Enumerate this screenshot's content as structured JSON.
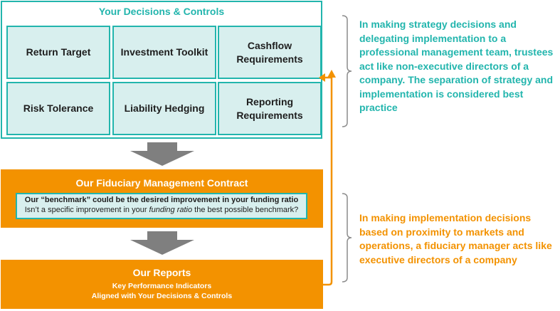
{
  "decisions": {
    "title": "Your Decisions & Controls",
    "tiles": [
      {
        "label": "Return Target"
      },
      {
        "label": "Investment Toolkit"
      },
      {
        "label": "Cashflow\nRequirements"
      },
      {
        "label": "Risk Tolerance"
      },
      {
        "label": "Liability Hedging"
      },
      {
        "label": "Reporting\nRequirements"
      }
    ]
  },
  "contract": {
    "title": "Our Fiduciary Management Contract",
    "line1": "Our “benchmark” could be the desired improvement in your funding ratio",
    "line2_before": "Isn’t a specific improvement in your ",
    "line2_emph": "funding ratio",
    "line2_after": " the best possible benchmark?"
  },
  "reports": {
    "title": "Our Reports",
    "subtitle1": "Key Performance Indicators",
    "subtitle2": "Aligned with Your Decisions & Controls"
  },
  "side": {
    "trustees": "In making strategy decisions and delegating implementation to a professional management team, trustees act like non-executive directors of a company. The separation of strategy and implementation is considered best practice",
    "manager": "In making implementation decisions based on proximity to markets and operations, a fiduciary manager acts like executive directors of a company"
  },
  "colors": {
    "teal": "#22b5ad",
    "orange": "#f39200",
    "tile_fill": "#d8efee",
    "arrow_gray": "#7f7f7f",
    "bracket_gray": "#8c8c8c"
  }
}
